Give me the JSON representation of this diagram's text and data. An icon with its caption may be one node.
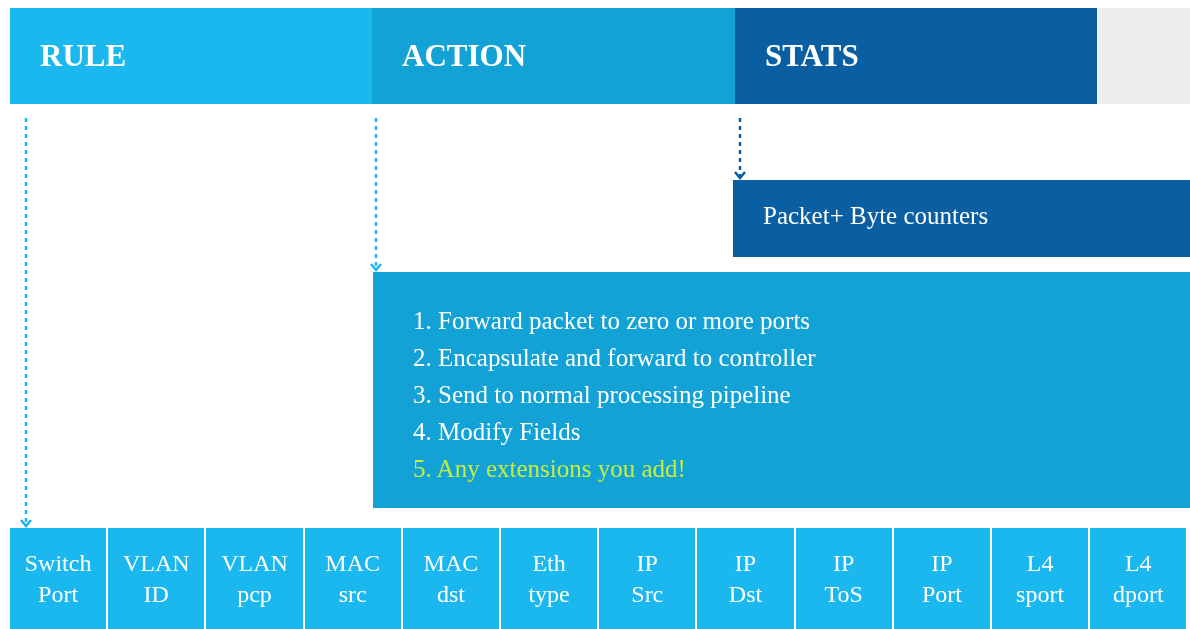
{
  "diagram": {
    "nodes": [
      {
        "text": [
          "RULE"
        ]
      },
      {
        "text": [
          "ACTION"
        ]
      },
      {
        "text": [
          "STATS"
        ]
      },
      {
        "text": [],
        "shape": "bar"
      },
      {
        "text": [
          "Packet+ Byte counters"
        ]
      },
      {
        "text": [
          "1. Forward packet to zero or more ports",
          "2. Encapsulate and forward to controller",
          "3. Send to normal processing pipeline",
          "4. Modify Fields",
          "5. Any extensions you add!"
        ]
      },
      {
        "text": [
          "Switch Port"
        ]
      },
      {
        "text": [
          "VLAN ID"
        ]
      },
      {
        "text": [
          "VLAN pcp"
        ]
      },
      {
        "text": [
          "MAC src"
        ]
      },
      {
        "text": [
          "MAC dst"
        ]
      },
      {
        "text": [
          "Eth type"
        ]
      },
      {
        "text": [
          "IP Src"
        ]
      },
      {
        "text": [
          "IP Dst"
        ]
      },
      {
        "text": [
          "IP ToS"
        ]
      },
      {
        "text": [
          "IP Port"
        ]
      },
      {
        "text": [
          "L4 sport"
        ]
      },
      {
        "text": [
          "L4 dport"
        ]
      }
    ],
    "edges": [
      {
        "from": 0,
        "to": 6,
        "arrow": "to",
        "style": "dashed"
      },
      {
        "from": 1,
        "to": 5,
        "arrow": "to",
        "style": "dashed"
      },
      {
        "from": 2,
        "to": 4,
        "arrow": "to",
        "style": "dashed",
        "color": "#0a5fa3"
      }
    ]
  }
}
